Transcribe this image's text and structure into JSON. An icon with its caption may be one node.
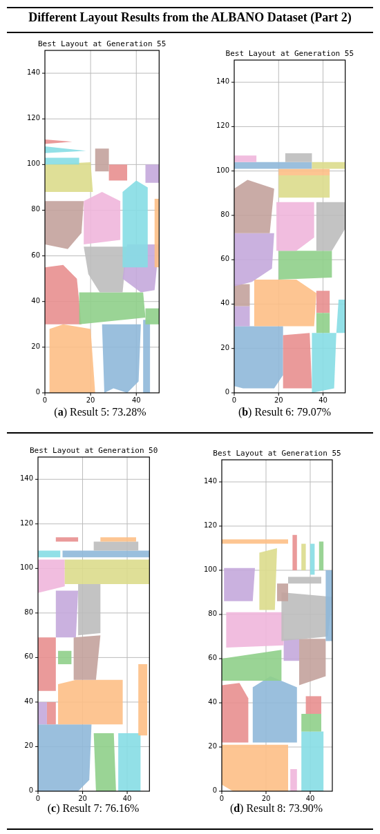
{
  "diagram": {
    "title": "Different Layout Results from the ALBANO Dataset (Part 2)",
    "labels": [
      "Best Layout at Generation 55",
      "140",
      "120",
      "100",
      "80",
      "60",
      "40",
      "20",
      "0",
      "0",
      "20",
      "40",
      "(**a**) Result 5: 73.28%",
      "Best Layout at Generation 55",
      "140",
      "120",
      "100",
      "80",
      "60",
      "40",
      "20",
      "0",
      "0",
      "20",
      "40",
      "(**b**) Result 6: 79.07%",
      "Best Layout at Generation 50",
      "140",
      "120",
      "100",
      "80",
      "60",
      "40",
      "20",
      "0",
      "0",
      "20",
      "40",
      "(**c**) Result 7: 76.16%",
      "Best Layout at Generation 55",
      "140",
      "120",
      "100",
      "80",
      "60",
      "40",
      "20",
      "0",
      "0",
      "20",
      "40",
      "(**d**) Result 8: 73.90%"
    ]
  }
}
